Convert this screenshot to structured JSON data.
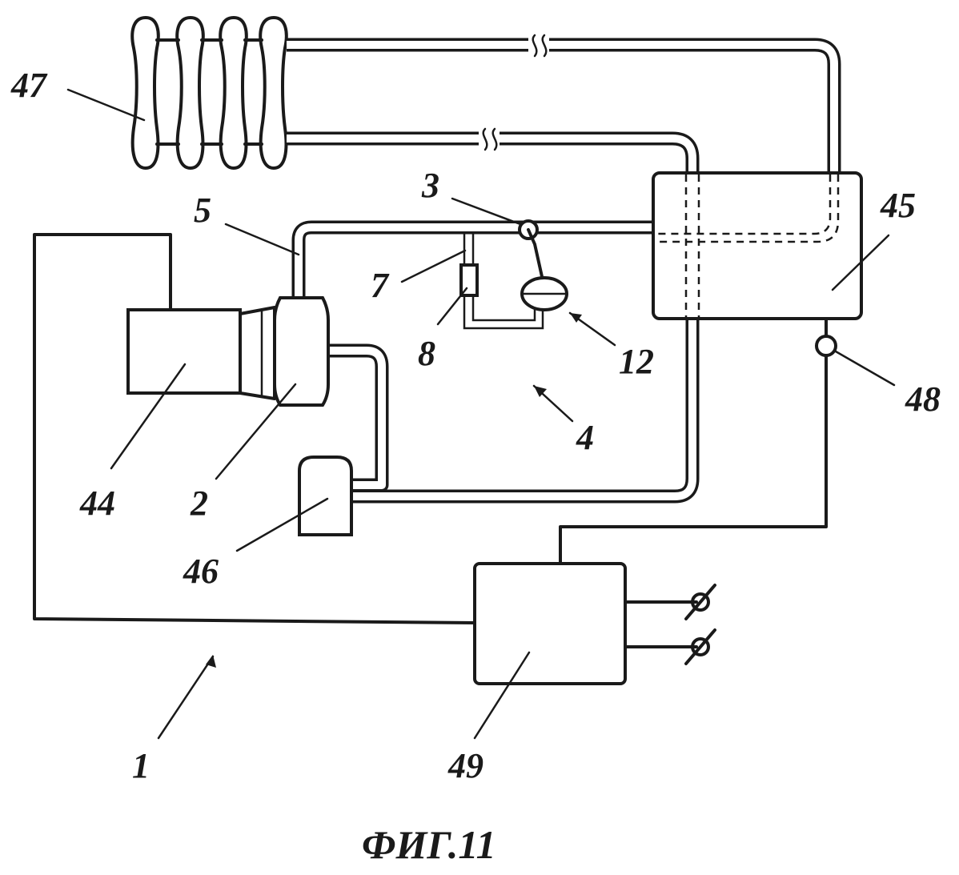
{
  "figure": {
    "caption": "ФИГ.11",
    "labels": {
      "l47": "47",
      "l5": "5",
      "l3": "3",
      "l45": "45",
      "l7": "7",
      "l8": "8",
      "l12": "12",
      "l48": "48",
      "l4": "4",
      "l44": "44",
      "l2": "2",
      "l46": "46",
      "l1": "1",
      "l49": "49"
    }
  }
}
